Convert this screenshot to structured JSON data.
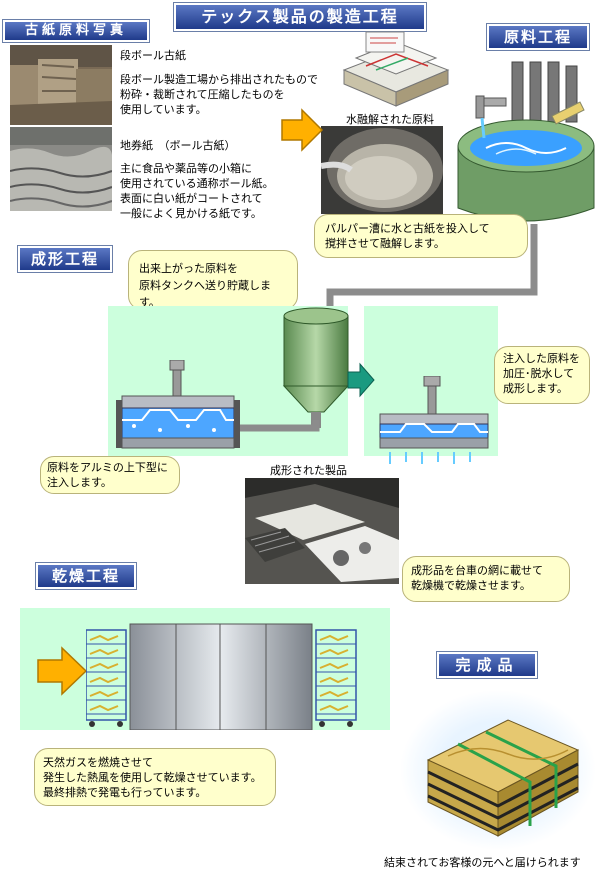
{
  "title": "テックス製品の製造工程",
  "sections": {
    "photos": "古紙原料写真",
    "raw": "原料工程",
    "forming": "成形工程",
    "drying": "乾燥工程",
    "finished": "完成品"
  },
  "materials": {
    "cardboard_title": "段ボール古紙",
    "cardboard_desc": "段ボール製造工場から排出されたもので\n粉砕・裁断されて圧縮したものを\n使用しています。",
    "board_title": "地券紙　（ボール古紙）",
    "board_desc": "主に食品や薬品等の小箱に\n使用されている通称ボール紙。\n表面に白い紙がコートされて\n一般によく見かける紙です。"
  },
  "captions": {
    "dissolved": "水融解された原料",
    "formed": "成形された製品",
    "finished": "結束されてお客様の元へと届けられます"
  },
  "bubbles": {
    "pulper": "パルパー漕に水と古紙を投入して\n撹拌させて融解します。",
    "tank": "出来上がった原料を\n原料タンクへ送り貯蔵します。",
    "inject": "原料をアルミの上下型に\n注入します。",
    "press": "注入した原料を\n加圧･脱水して\n成形します。",
    "dryer_load": "成形品を台車の網に載せて\n乾燥機で乾燥させます。",
    "dryer_gas": "天然ガスを燃焼させて\n発生した熱風を使用して乾燥させています。\n最終排熱で発電も行っています。"
  },
  "colors": {
    "header_blue": "#1f3a8a",
    "panel_green": "#ccffdd",
    "bubble_yellow": "#ffffcc",
    "arrow_orange": "#ffb000",
    "arrow_teal": "#1a9a80"
  }
}
